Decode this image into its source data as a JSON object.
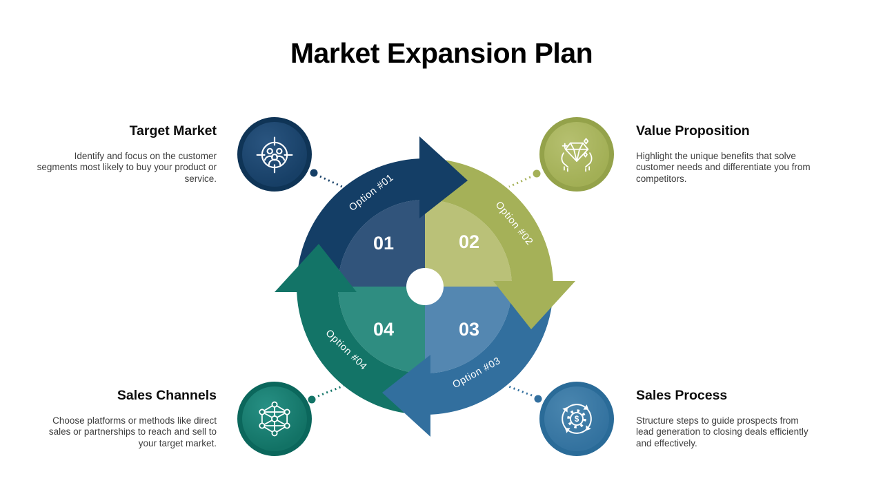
{
  "title": "Market Expansion Plan",
  "diagram": {
    "options": [
      {
        "number": "01",
        "label": "Option #01",
        "color": "#143E66",
        "inner_color": "#31547B"
      },
      {
        "number": "02",
        "label": "Option #02",
        "color": "#A5B158",
        "inner_color": "#BAC178"
      },
      {
        "number": "03",
        "label": "Option #03",
        "color": "#326F9E",
        "inner_color": "#5487B1"
      },
      {
        "number": "04",
        "label": "Option #04",
        "color": "#137467",
        "inner_color": "#2F8D81"
      }
    ]
  },
  "sections": [
    {
      "heading": "Target Market",
      "body": "Identify and focus on the customer segments most likely to buy your product or service.",
      "icon": "target-audience-icon",
      "color": "#143E66"
    },
    {
      "heading": "Value Proposition",
      "body": "Highlight the unique benefits that solve customer needs and differentiate you from competitors.",
      "icon": "diamond-hands-icon",
      "color": "#A5B158"
    },
    {
      "heading": "Sales Channels",
      "body": "Choose platforms or methods like direct sales or partnerships to reach and sell to your target market.",
      "icon": "network-icon",
      "color": "#137467"
    },
    {
      "heading": "Sales Process",
      "body": "Structure steps to guide prospects from lead generation to closing deals efficiently and effectively.",
      "icon": "dollar-gear-icon",
      "color": "#326F9E"
    }
  ]
}
